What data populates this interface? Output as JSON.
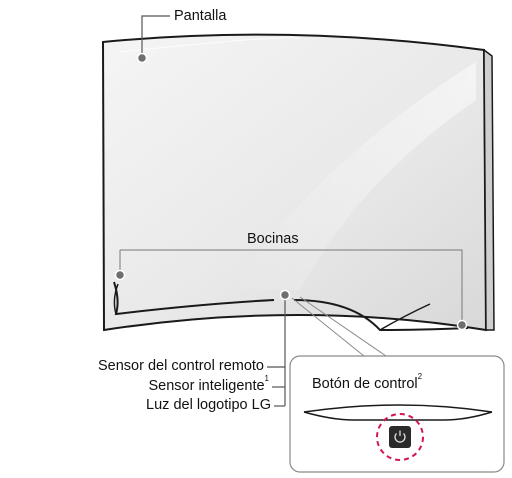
{
  "labels": {
    "screen": "Pantalla",
    "speakers": "Bocinas",
    "remote_sensor": "Sensor del control remoto",
    "intelligent_sensor": "Sensor inteligente",
    "intelligent_sensor_note": "1",
    "logo_light": "Luz del logotipo LG",
    "control_button": "Botón de control",
    "control_button_note": "2"
  },
  "icons": {
    "power_button": "power-icon"
  },
  "colors": {
    "outline": "#1a1a1a",
    "leader": "#555555",
    "marker": "#6e6e6e",
    "highlight_circle": "#d4145a"
  }
}
